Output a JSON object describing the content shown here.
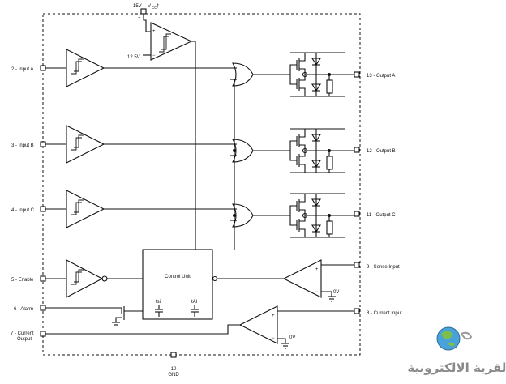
{
  "supply": {
    "voltage": "15V",
    "vcc": "V",
    "vcc_sub": "CC",
    "pin": "1",
    "dagger": "†",
    "threshold": "12.5V"
  },
  "pins": {
    "input_a": "2 - Input A",
    "input_b": "3 - Input B",
    "input_c": "4 - Input C",
    "enable": "5 - Enable",
    "alarm": "6 - Alarm",
    "current_output_1": "7 - Current",
    "current_output_2": "Output",
    "output_a": "13 - Output A",
    "output_b": "12 - Output B",
    "output_c": "11 - Output C",
    "sense_input": "9 - Sense Input",
    "current_input": "8 - Current Input",
    "gnd_num": "10",
    "gnd": "GND"
  },
  "control_unit": {
    "title": "Control Unit",
    "cap1": "tsi",
    "cap2": "tAl"
  },
  "zero_volt_1": "0V",
  "zero_volt_2": "0V",
  "logo": {
    "text": "القرية الالكترونية"
  }
}
